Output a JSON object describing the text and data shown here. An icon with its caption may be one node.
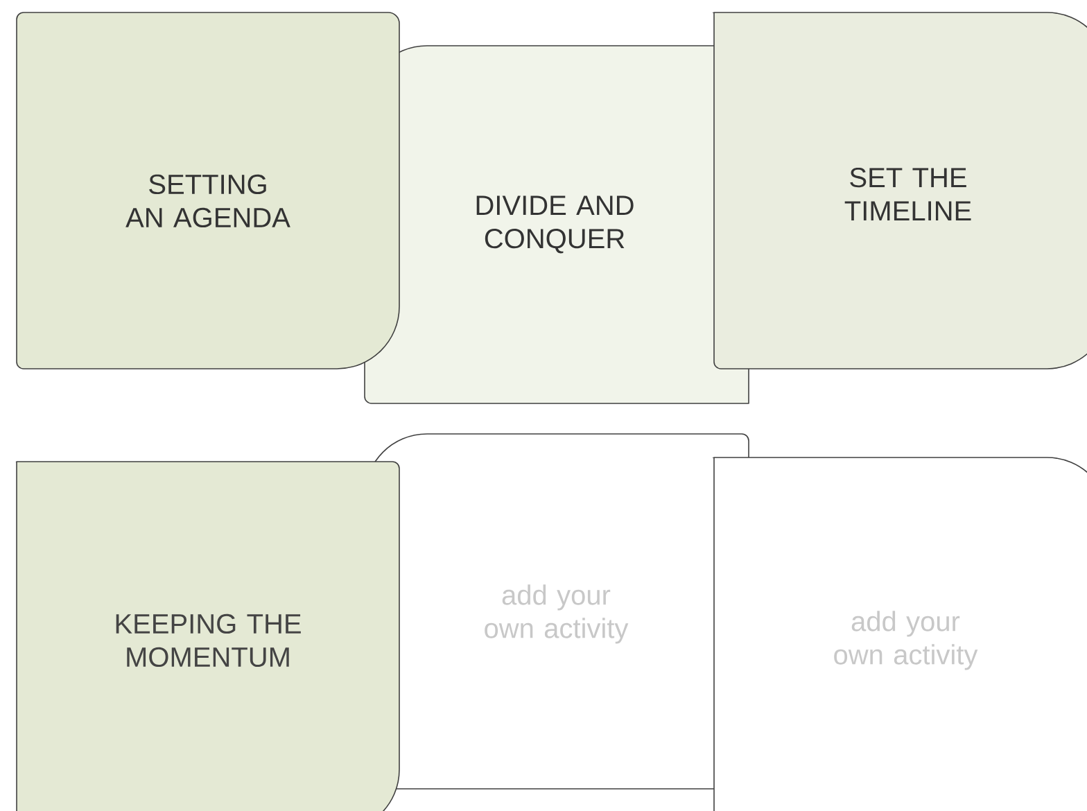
{
  "diagram": {
    "nodes": [
      {
        "text": [
          "SETTING AN AGENDA"
        ]
      },
      {
        "text": [
          "DIVIDE AND CONQUER"
        ]
      },
      {
        "text": [
          "SET THE TIMELINE"
        ]
      },
      {
        "text": [
          "KEEPING THE MOMENTUM"
        ]
      },
      {
        "text": [
          "add your own activity"
        ]
      },
      {
        "text": [
          "add your own activity"
        ]
      }
    ]
  }
}
